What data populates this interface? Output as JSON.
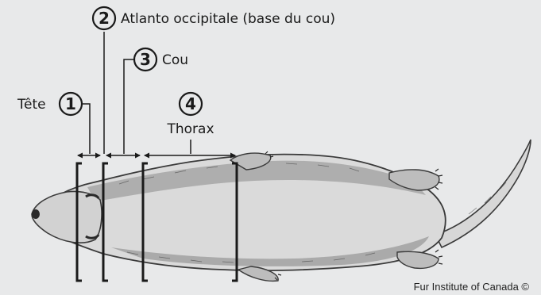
{
  "labels": [
    {
      "number": "1",
      "text": "Tête"
    },
    {
      "number": "2",
      "text": "Atlanto occipitale (base du cou)"
    },
    {
      "number": "3",
      "text": "Cou"
    },
    {
      "number": "4",
      "text": "Thorax"
    }
  ],
  "credit": "Fur Institute of Canada ©",
  "colors": {
    "background": "#e8e9ea",
    "ink": "#1a1a1a",
    "body_shade": "#6b6b6b"
  }
}
